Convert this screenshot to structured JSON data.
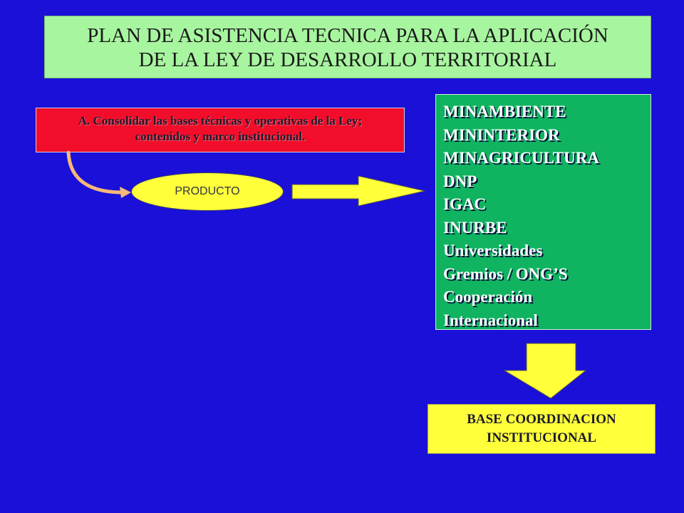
{
  "title": {
    "line1": "PLAN DE ASISTENCIA TECNICA PARA LA APLICACIÓN",
    "line2": "DE LA LEY DE DESARROLLO TERRITORIAL"
  },
  "objective": {
    "line1": "A. Consolidar las bases técnicas y operativas de la Ley;",
    "line2": "contenidos y marco institucional."
  },
  "product_label": "PRODUCTO",
  "institutions": [
    "MINAMBIENTE",
    "MININTERIOR",
    "MINAGRICULTURA",
    "DNP",
    "IGAC",
    "INURBE",
    "Universidades",
    "Gremios / ONG’S",
    "Cooperación",
    "Internacional"
  ],
  "result": {
    "line1": "BASE  COORDINACION",
    "line2": "INSTITUCIONAL"
  },
  "colors": {
    "background": "#1a10d8",
    "title_box": "#a8f5a0",
    "objective_box": "#f20e2a",
    "institutions_box": "#0fb360",
    "result_box": "#ffff3a",
    "arrows": "#ffff3a",
    "curve_arrow": "#f5b87a"
  }
}
